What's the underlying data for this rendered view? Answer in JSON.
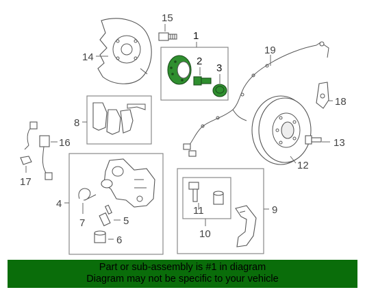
{
  "callouts": {
    "c1": "1",
    "c2": "2",
    "c3": "3",
    "c4": "4",
    "c5": "5",
    "c6": "6",
    "c7": "7",
    "c8": "8",
    "c9": "9",
    "c10": "10",
    "c11": "11",
    "c12": "12",
    "c13": "13",
    "c14": "14",
    "c15": "15",
    "c16": "16",
    "c17": "17",
    "c18": "18",
    "c19": "19"
  },
  "banner": {
    "line1": "Part or sub-assembly is #1 in diagram",
    "line2": "Diagram may not be specific to your vehicle"
  },
  "colors": {
    "highlight": "#2f8f2f",
    "banner_background": "#0a6d0a"
  }
}
